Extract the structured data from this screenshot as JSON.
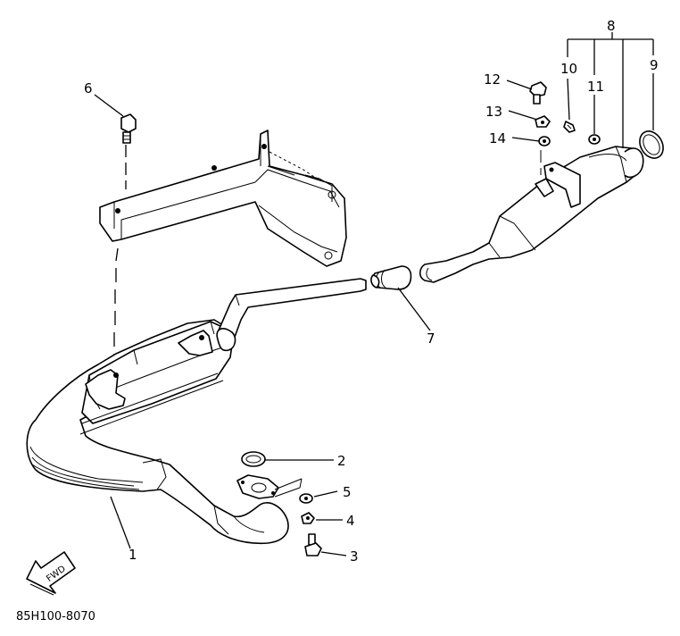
{
  "callouts": {
    "c1": "1",
    "c2": "2",
    "c3": "3",
    "c4": "4",
    "c5": "5",
    "c6": "6",
    "c7": "7",
    "c8": "8",
    "c9": "9",
    "c10": "10",
    "c11": "11",
    "c12": "12",
    "c13": "13",
    "c14": "14"
  },
  "direction_arrow_label": "FWD",
  "figure_code": "85H100-8070"
}
